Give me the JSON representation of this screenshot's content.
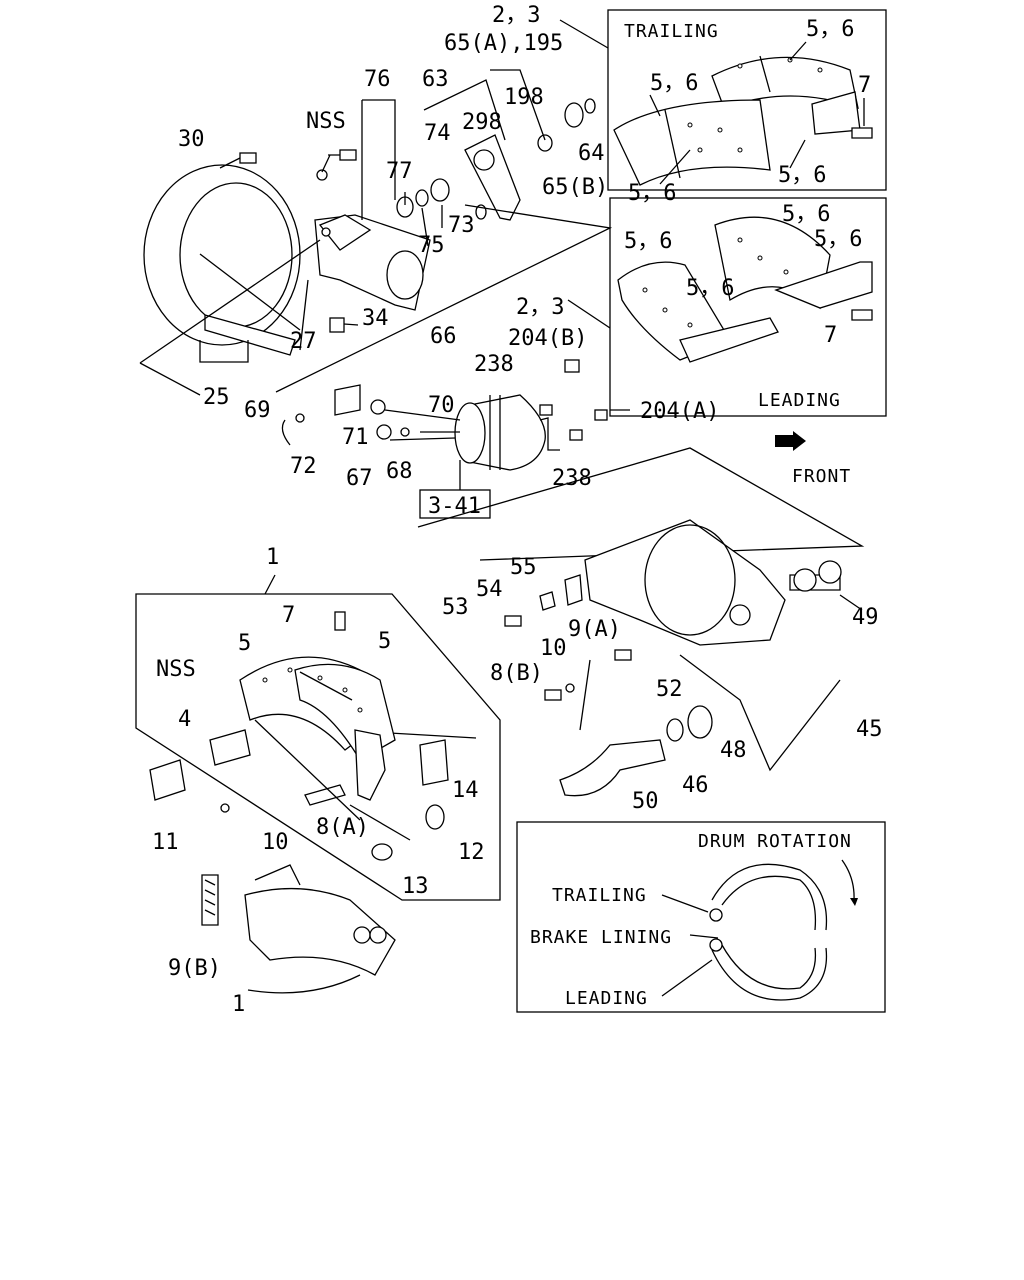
{
  "callouts": {
    "c_2_3_top": "2，3",
    "c_65a_195": "65(A),195",
    "c_63": "63",
    "c_198": "198",
    "c_298": "298",
    "c_76": "76",
    "c_nss_top": "NSS",
    "c_30": "30",
    "c_74": "74",
    "c_64": "64",
    "c_77": "77",
    "c_65b": "65(B)",
    "c_73": "73",
    "c_75": "75",
    "c_34": "34",
    "c_27": "27",
    "c_25": "25",
    "c_66": "66",
    "c_70": "70",
    "c_69": "69",
    "c_71": "71",
    "c_72": "72",
    "c_67": "67",
    "c_68": "68",
    "c_238_a": "238",
    "c_204b": "204(B)",
    "c_204a": "204(A)",
    "c_238_b": "238",
    "c_2_3_mid": "2，3",
    "c_3_41": "3-41",
    "c_1_top": "1",
    "c_7_shoe": "7",
    "c_5_left": "5",
    "c_5_right": "5",
    "c_nss_shoe": "NSS",
    "c_4": "4",
    "c_11": "11",
    "c_10_left": "10",
    "c_8a": "8(A)",
    "c_14": "14",
    "c_12": "12",
    "c_13": "13",
    "c_9b": "9(B)",
    "c_1_bottom": "1",
    "c_55": "55",
    "c_54": "54",
    "c_53": "53",
    "c_10_mid": "10",
    "c_9a": "9(A)",
    "c_8b": "8(B)",
    "c_52": "52",
    "c_49": "49",
    "c_45": "45",
    "c_48": "48",
    "c_46": "46",
    "c_50": "50"
  },
  "trailing_box": {
    "title": "TRAILING",
    "c_5_6_a": "5，6",
    "c_5_6_b": "5，6",
    "c_7": "7",
    "c_5_6_c": "5，6",
    "c_5_6_d": "5，6"
  },
  "leading_box": {
    "title": "LEADING",
    "c_5_6_a": "5，6",
    "c_5_6_b": "5，6",
    "c_5_6_c": "5，6",
    "c_5_6_d": "5，6",
    "c_7": "7"
  },
  "front_label": "FRONT",
  "rotation_box": {
    "title": "DRUM ROTATION",
    "trailing": "TRAILING",
    "brake_lining": "BRAKE LINING",
    "leading": "LEADING"
  }
}
